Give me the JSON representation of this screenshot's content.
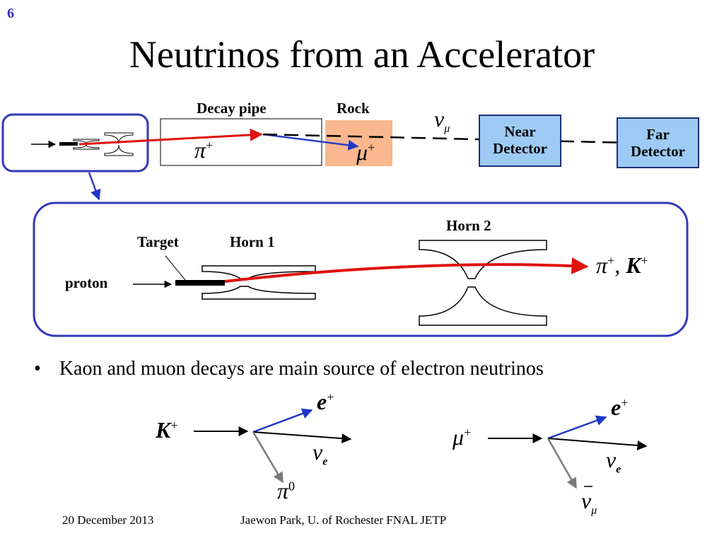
{
  "slide": {
    "number": "6",
    "title": "Neutrinos from an Accelerator"
  },
  "beamline": {
    "decay_pipe_label": "Decay pipe",
    "rock_label": "Rock",
    "pion_symbol": "π",
    "pion_charge": "+",
    "muon_symbol": "μ",
    "muon_charge": "+",
    "neutrino_symbol": "ν",
    "neutrino_sub": "μ",
    "near_detector": [
      "Near",
      "Detector"
    ],
    "far_detector": [
      "Far",
      "Detector"
    ],
    "colors": {
      "detector_fill": "#9ecbf5",
      "rock_fill": "#f9b88e",
      "beam": "#e0120e",
      "muon_track": "#2c3ec9"
    }
  },
  "zoom": {
    "target_label": "Target",
    "horn1_label": "Horn 1",
    "horn2_label": "Horn 2",
    "proton_label": "proton",
    "products": {
      "pi": "π",
      "pi_charge": "+",
      "sep": ",",
      "k": "K",
      "k_charge": "+"
    }
  },
  "bullet": {
    "marker": "•",
    "text": "Kaon and muon decays are main source of electron neutrinos"
  },
  "kaon_decay": {
    "parent": "K",
    "parent_charge": "+",
    "positron": "e",
    "positron_charge": "+",
    "nu": "ν",
    "nu_sub": "e",
    "pi0": "π",
    "pi0_charge": "0"
  },
  "muon_decay": {
    "parent": "μ",
    "parent_charge": "+",
    "positron": "e",
    "positron_charge": "+",
    "nu": "ν",
    "nu_sub": "e",
    "antinu": "ν",
    "antinu_sub": "μ"
  },
  "footer": {
    "date": "20 December 2013",
    "author": "Jaewon Park, U. of Rochester  FNAL JETP"
  }
}
